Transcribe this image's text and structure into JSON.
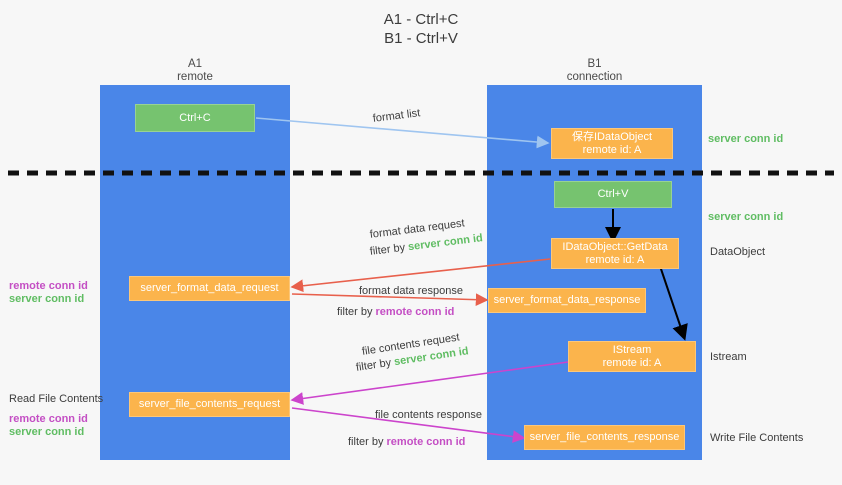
{
  "title": {
    "line1": "A1 - Ctrl+C",
    "line2": "B1 - Ctrl+V"
  },
  "lanes": [
    {
      "name": "A1",
      "sub": "remote"
    },
    {
      "name": "B1",
      "sub": "connection"
    }
  ],
  "nodes": {
    "ctrl_c": "Ctrl+C",
    "ctrl_v": "Ctrl+V",
    "save_dataobject_l1": "保存IDataObject",
    "save_dataobject_l2": "remote id: A",
    "getdata_l1": "IDataObject::GetData",
    "getdata_l2": "remote id: A",
    "istream_l1": "IStream",
    "istream_l2": "remote id: A",
    "server_format_data_request": "server_format_data_request",
    "server_format_data_response": "server_format_data_response",
    "server_file_contents_request": "server_file_contents_request",
    "server_file_contents_response": "server_file_contents_response"
  },
  "edges": {
    "format_list": "format list",
    "format_data_request": "format data request",
    "format_data_request_filter_prefix": "filter by ",
    "format_data_request_filter_key": "server conn id",
    "format_data_response": "format data response",
    "format_data_response_filter_prefix": "filter by ",
    "format_data_response_filter_key": "remote conn id",
    "file_contents_request": "file contents request",
    "file_contents_request_filter_prefix": "filter by ",
    "file_contents_request_filter_key": "server conn id",
    "file_contents_response": "file contents response",
    "file_contents_response_filter_prefix": "filter by ",
    "file_contents_response_filter_key": "remote conn id"
  },
  "annotations": {
    "right_server_conn_id_top": "server conn id",
    "right_server_conn_id_mid": "server conn id",
    "right_dataobject": "DataObject",
    "right_istream": "Istream",
    "right_write_file_contents": "Write File Contents",
    "left_remote_conn_id_1": "remote conn id",
    "left_server_conn_id_1": "server conn id",
    "left_read_file_contents": "Read File Contents",
    "left_remote_conn_id_2": "remote conn id",
    "left_server_conn_id_2": "server conn id"
  },
  "colors": {
    "lane": "#4a86e8",
    "green_box": "#76c36f",
    "orange_box": "#fbb44c",
    "green_text": "#60bd63",
    "magenta_text": "#c44fc4",
    "arrow_blue": "#9fc5f0",
    "arrow_red": "#e8604c",
    "arrow_magenta": "#cc44cc",
    "arrow_black": "#000000",
    "background": "#f7f7f7"
  }
}
